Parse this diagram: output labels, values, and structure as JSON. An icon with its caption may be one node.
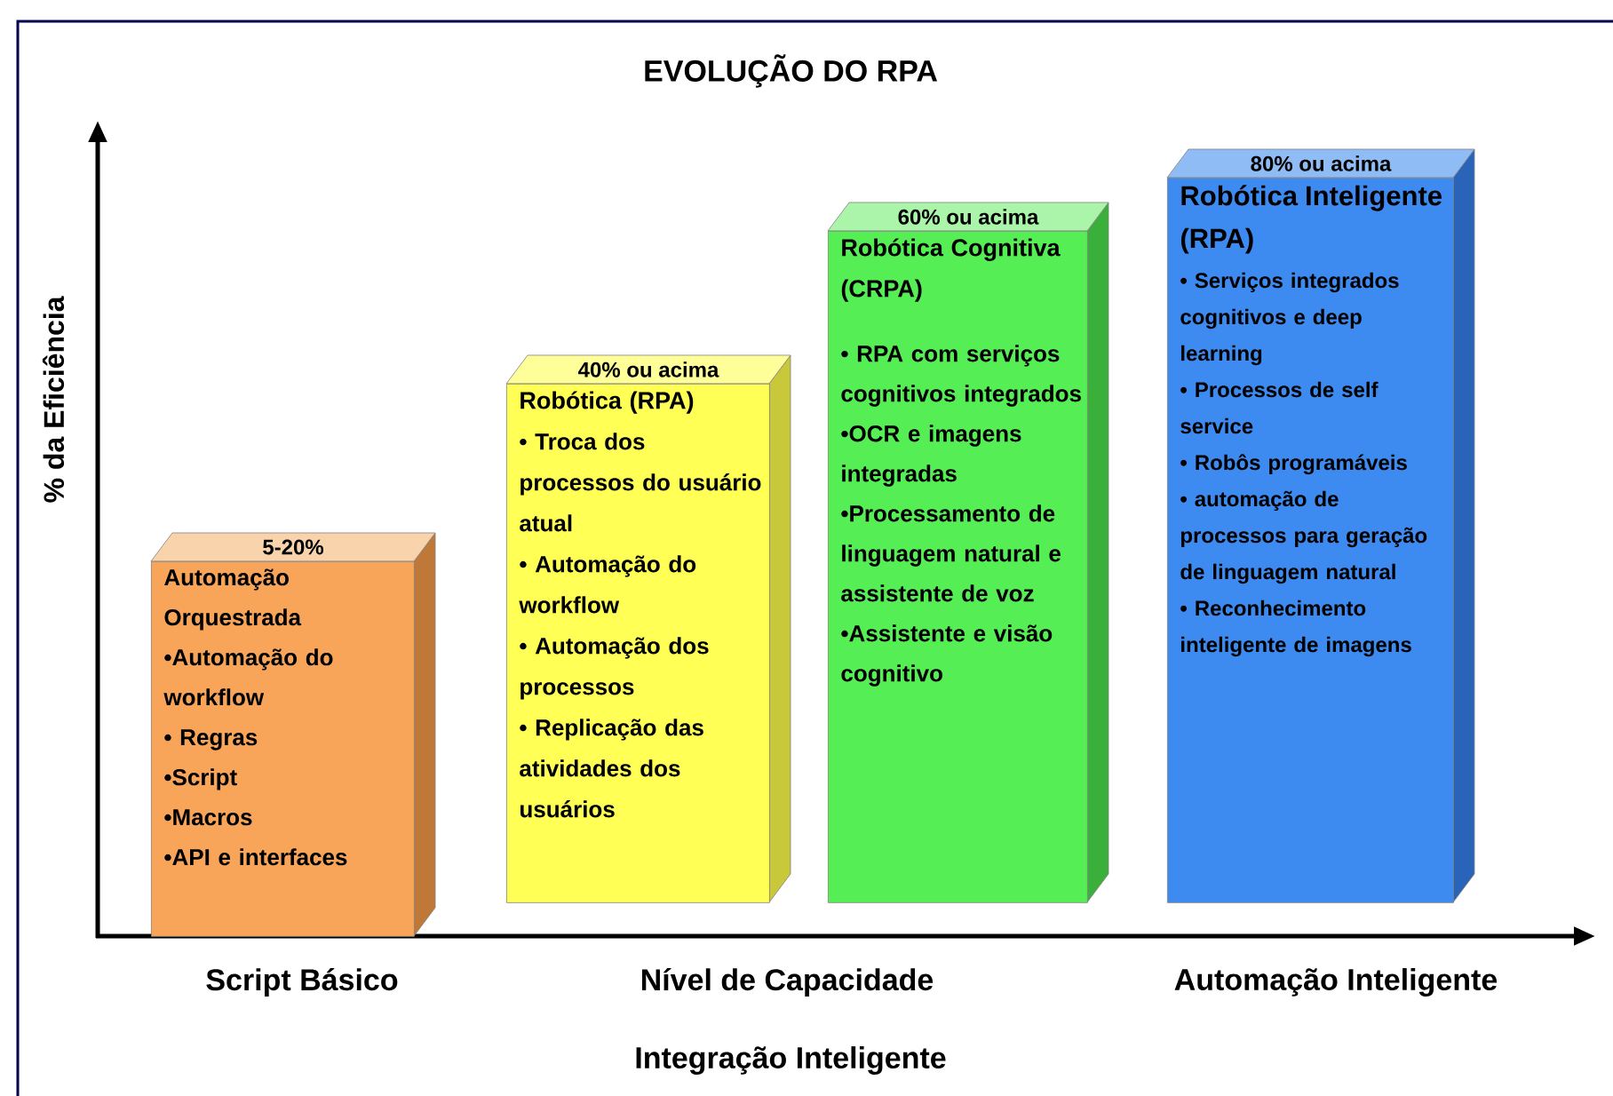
{
  "diagram": {
    "title": "EVOLUÇÃO DO RPA",
    "nodes": [
      {
        "text": [
          "5-20%",
          "Automação Orquestrada",
          "•Automação do workflow",
          "• Regras",
          "•Script",
          "•Macros",
          "•API e interfaces"
        ]
      },
      {
        "text": [
          "40% ou acima",
          "Robótica (RPA)",
          "• Troca dos processos do usuário atual",
          "• Automação do workflow",
          "• Automação dos processos",
          "• Replicação das atividades dos usuários"
        ]
      },
      {
        "text": [
          "60% ou acima",
          "Robótica Cognitiva (CRPA)",
          "• RPA com serviços cognitivos integrados",
          "•OCR e imagens integradas",
          "•Processamento de linguagem natural e assistente de voz",
          "•Assistente e visão cognitivo"
        ]
      },
      {
        "text": [
          "80% ou acima",
          "Robótica Inteligente (RPA)",
          "• Serviços integrados cognitivos e deep learning",
          "• Processos de self service",
          "• Robôs programáveis",
          "• automação de processos para geração de linguagem natural",
          "• Reconhecimento inteligente de imagens"
        ]
      }
    ],
    "labels": [
      "% da Eficiência",
      "Script Básico",
      "Nível de Capacidade",
      "Automação Inteligente",
      "Integração Inteligente"
    ]
  }
}
